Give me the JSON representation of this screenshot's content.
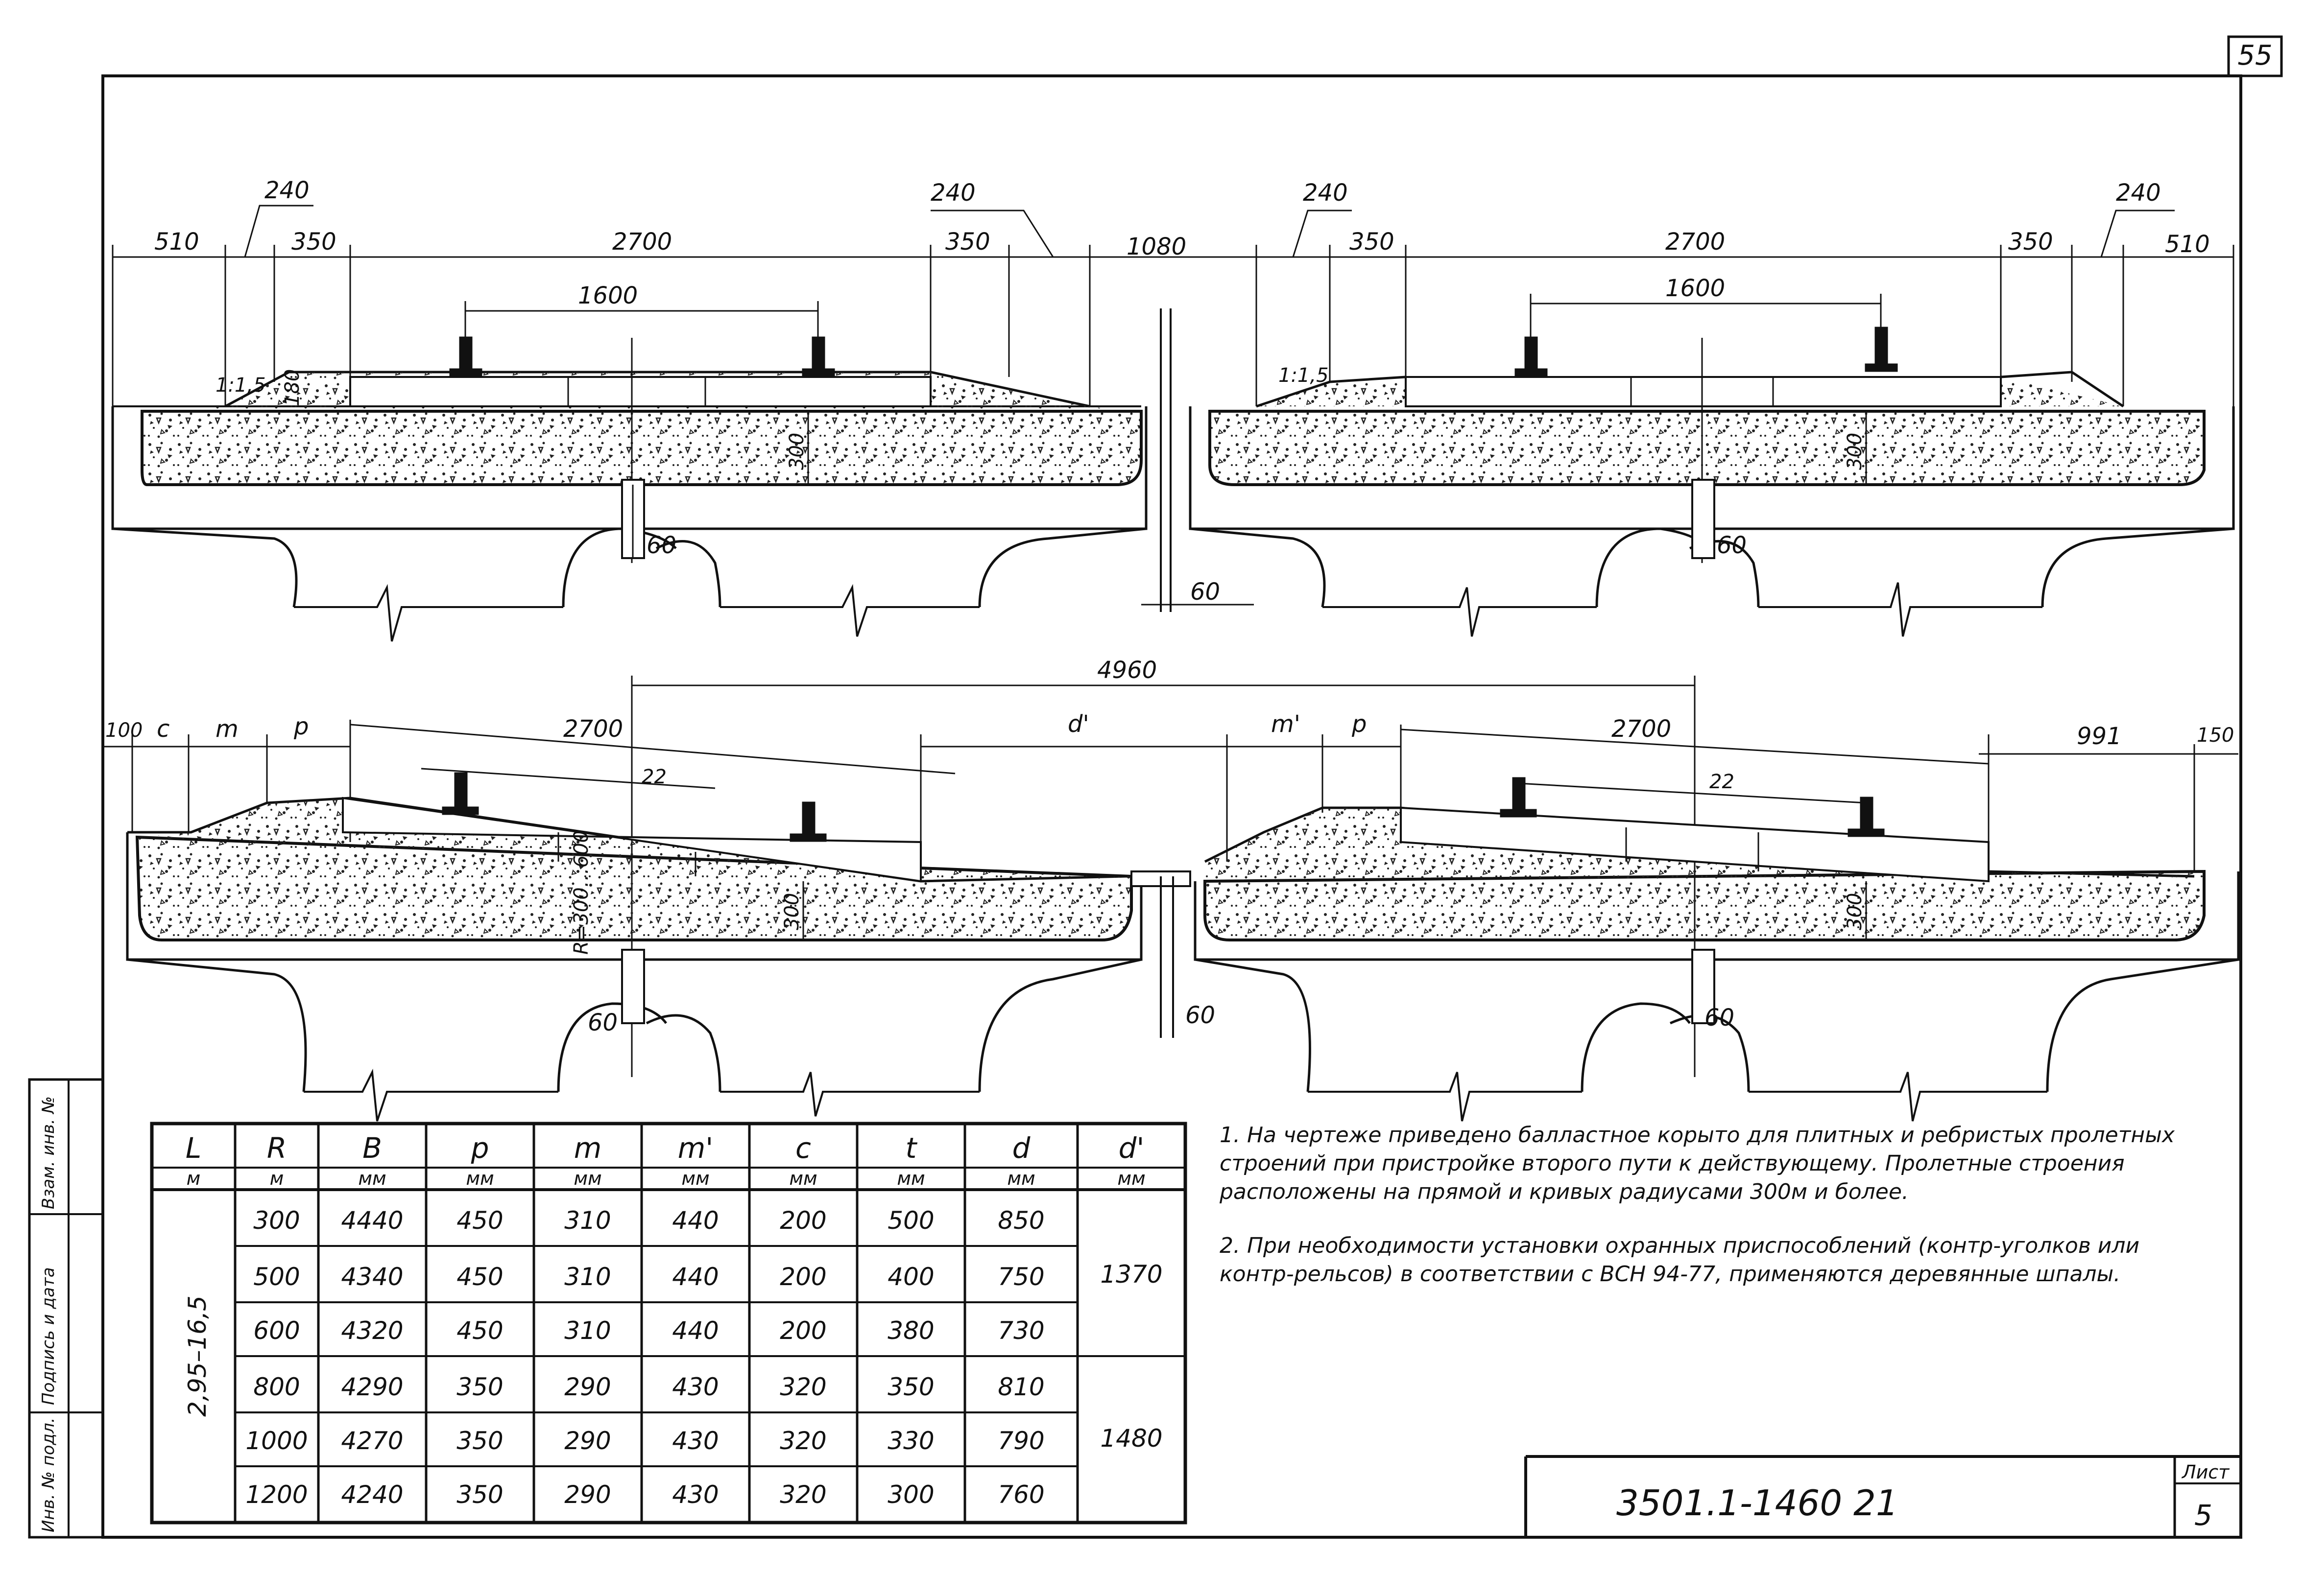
{
  "sheet": {
    "page_number": "55",
    "document_code": "3501.1-1460 21",
    "sheet_label": "Лист",
    "sheet_number": "5"
  },
  "side_stamp": {
    "cells": [
      "Инв. № подл.",
      "Подпись и дата",
      "Взам. инв. №"
    ]
  },
  "top_section": {
    "dims_left": [
      "510",
      "240",
      "350",
      "2700",
      "350",
      "240",
      "1600",
      "1:1,5",
      "180",
      "300",
      "60"
    ],
    "middle": [
      "1080",
      "60"
    ],
    "dims_right": [
      "240",
      "350",
      "2700",
      "350",
      "240",
      "510",
      "1600",
      "1:1,5",
      "300",
      "60"
    ]
  },
  "bottom_section": {
    "overall": "4960",
    "dims_left": [
      "100",
      "c",
      "m",
      "p",
      "2700",
      "22",
      "d'",
      "300",
      "R=300…600",
      "60"
    ],
    "dims_right": [
      "m'",
      "p",
      "2700",
      "22",
      "991",
      "150",
      "300",
      "60"
    ],
    "middle": [
      "60"
    ]
  },
  "table": {
    "headers": [
      "L",
      "R",
      "B",
      "p",
      "m",
      "m'",
      "c",
      "t",
      "d",
      "d'"
    ],
    "units": [
      "м",
      "м",
      "мм",
      "мм",
      "мм",
      "мм",
      "мм",
      "мм",
      "мм",
      "мм"
    ],
    "L_value": "2,95–16,5",
    "d_prime_values": [
      "1370",
      "1480"
    ],
    "rows": [
      [
        "300",
        "4440",
        "450",
        "310",
        "440",
        "200",
        "500",
        "850"
      ],
      [
        "500",
        "4340",
        "450",
        "310",
        "440",
        "200",
        "400",
        "750"
      ],
      [
        "600",
        "4320",
        "450",
        "310",
        "440",
        "200",
        "380",
        "730"
      ],
      [
        "800",
        "4290",
        "350",
        "290",
        "430",
        "320",
        "350",
        "810"
      ],
      [
        "1000",
        "4270",
        "350",
        "290",
        "430",
        "320",
        "330",
        "790"
      ],
      [
        "1200",
        "4240",
        "350",
        "290",
        "430",
        "320",
        "300",
        "760"
      ]
    ]
  },
  "notes": [
    "1. На чертеже приведено балластное корыто для плитных и ребристых пролетных строений при пристройке второго пути к действующему. Пролетные строения расположены на прямой и кривых радиусами 300м и более.",
    "2. При необходимости установки охранных приспособлений (контр-уголков или контр-рельсов) в соответствии с ВСН 94-77, применяются деревянные шпалы."
  ]
}
